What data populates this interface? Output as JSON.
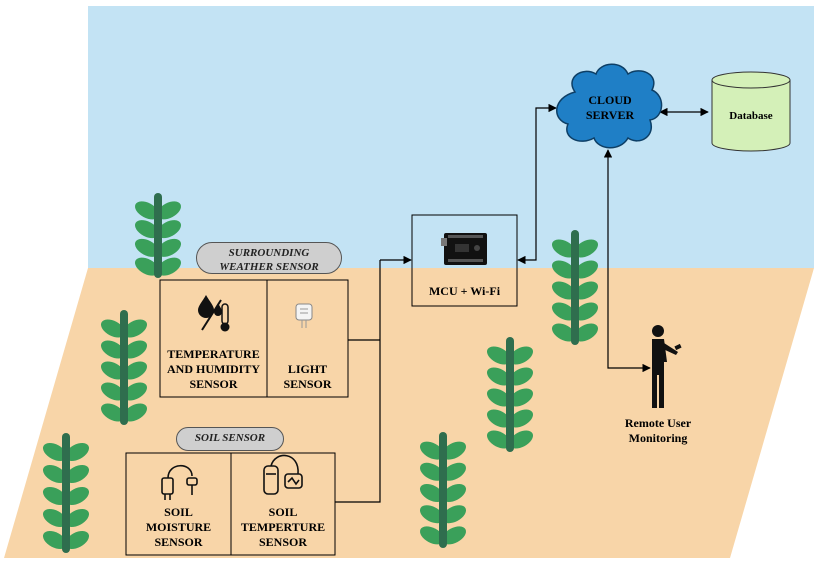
{
  "sensors": {
    "weather_group_label_1": "SURROUNDING",
    "weather_group_label_2": "WEATHER SENSOR",
    "temp_humidity_1": "TEMPERATURE",
    "temp_humidity_2": "AND HUMIDITY",
    "temp_humidity_3": "SENSOR",
    "light_1": "LIGHT",
    "light_2": "SENSOR",
    "soil_group_label": "SOIL SENSOR",
    "soil_moisture_1": "SOIL",
    "soil_moisture_2": "MOISTURE",
    "soil_moisture_3": "SENSOR",
    "soil_temp_1": "SOIL",
    "soil_temp_2": "TEMPERTURE",
    "soil_temp_3": "SENSOR"
  },
  "mcu": {
    "label": "MCU + Wi-Fi"
  },
  "cloud": {
    "label_1": "CLOUD",
    "label_2": "SERVER"
  },
  "database": {
    "label": "Database"
  },
  "user": {
    "label_1": "Remote User",
    "label_2": "Monitoring"
  },
  "colors": {
    "sky": "#c3e3f4",
    "ground": "#f8d5a8",
    "cloud": "#1f7fc6",
    "database": "#d4f0b8",
    "leaf": "#3aa05a",
    "stem": "#2f6e4e"
  },
  "icons": [
    "water-drop-thermometer-icon",
    "light-sensor-icon",
    "soil-probe-icon",
    "soil-temperature-probe-icon",
    "arduino-board-icon",
    "person-icon"
  ]
}
